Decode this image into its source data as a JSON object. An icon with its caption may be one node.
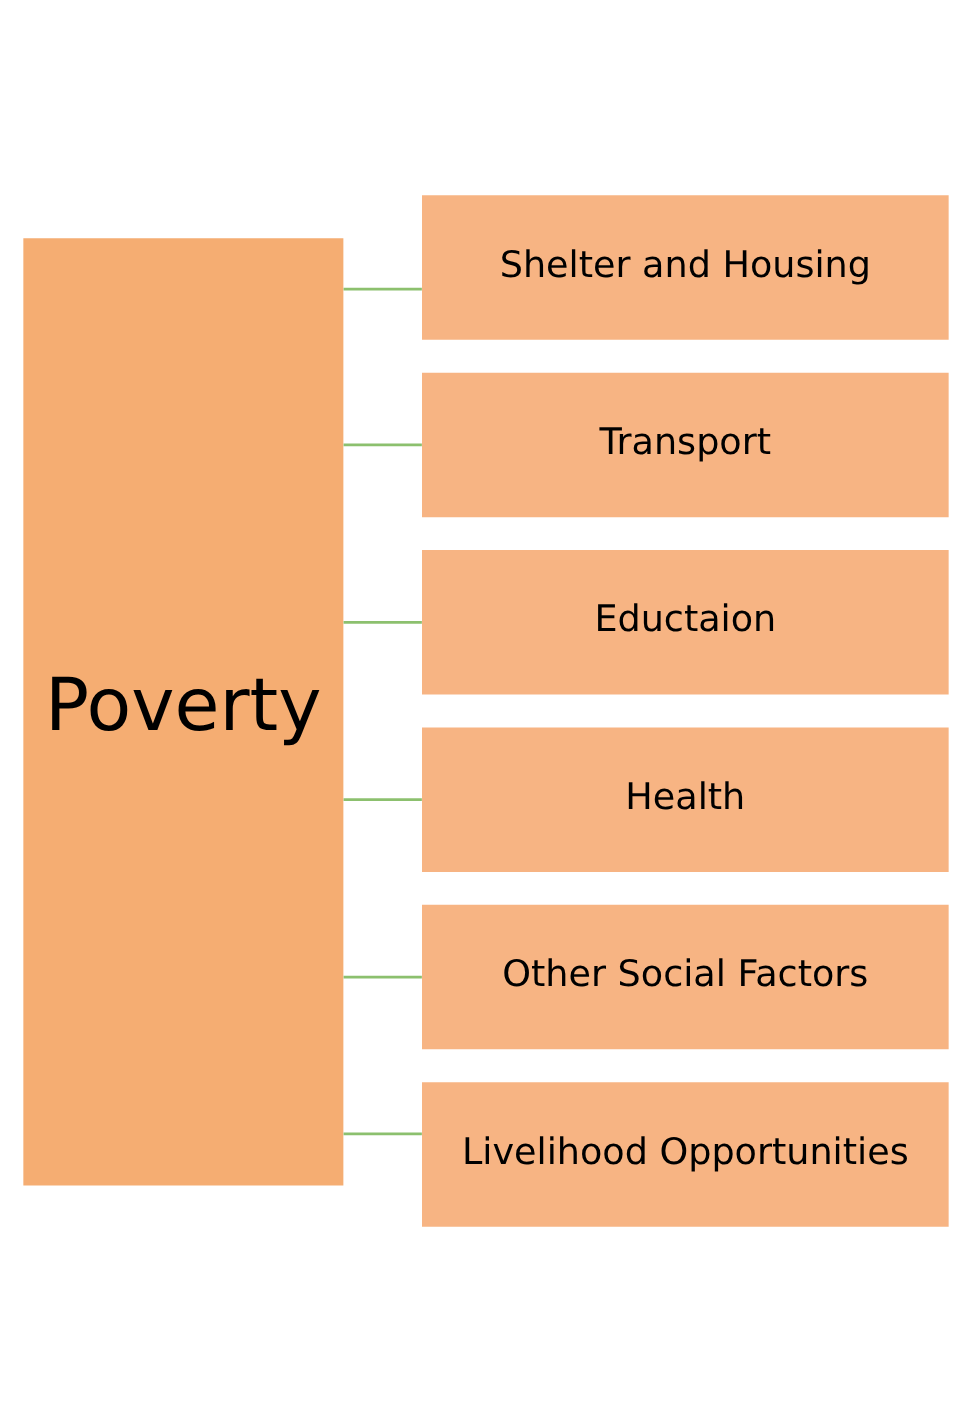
{
  "diagram": {
    "nodes": [
      {
        "text": [
          "Poverty"
        ]
      },
      {
        "text": [
          "Shelter and Housing"
        ]
      },
      {
        "text": [
          "Transport"
        ]
      },
      {
        "text": [
          "Eductaion"
        ]
      },
      {
        "text": [
          "Health"
        ]
      },
      {
        "text": [
          "Other Social Factors"
        ]
      },
      {
        "text": [
          "Livelihood Opportunities"
        ]
      }
    ],
    "edges": [
      {
        "from": 0,
        "to": 1,
        "arrow": "none"
      },
      {
        "from": 0,
        "to": 2,
        "arrow": "none"
      },
      {
        "from": 0,
        "to": 3,
        "arrow": "none"
      },
      {
        "from": 0,
        "to": 4,
        "arrow": "none"
      },
      {
        "from": 0,
        "to": 5,
        "arrow": "none"
      },
      {
        "from": 0,
        "to": 6,
        "arrow": "none"
      }
    ]
  }
}
